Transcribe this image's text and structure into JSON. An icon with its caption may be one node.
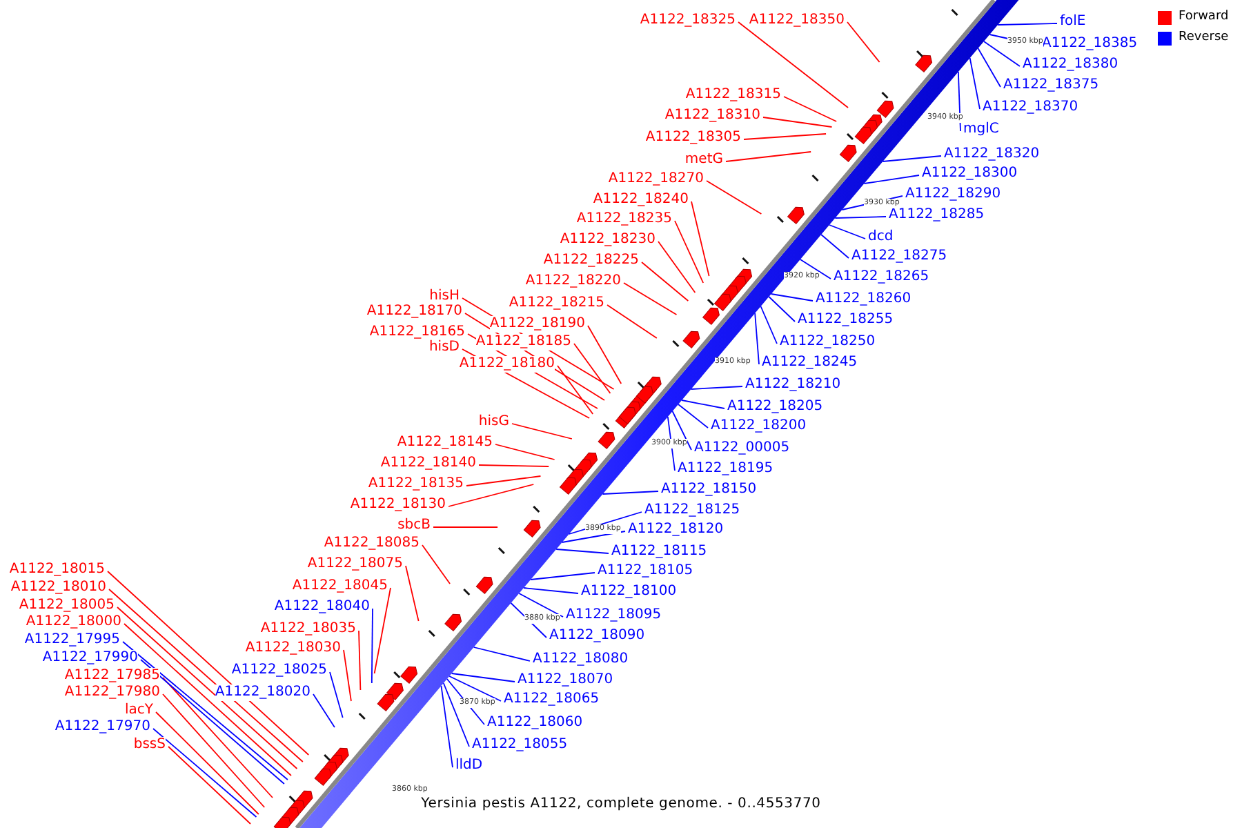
{
  "diagram": {
    "caption": "Yersinia pestis A1122, complete genome. - 0..4553770",
    "nodes": [
      {
        "text": [
          "A1122_18325"
        ]
      },
      {
        "text": [
          "A1122_18350"
        ]
      },
      {
        "text": [
          "A1122_18315"
        ]
      },
      {
        "text": [
          "A1122_18310"
        ]
      },
      {
        "text": [
          "A1122_18305"
        ]
      },
      {
        "text": [
          "metG"
        ]
      },
      {
        "text": [
          "A1122_18270"
        ]
      },
      {
        "text": [
          "A1122_18240"
        ]
      },
      {
        "text": [
          "A1122_18235"
        ]
      },
      {
        "text": [
          "A1122_18230"
        ]
      },
      {
        "text": [
          "A1122_18225"
        ]
      },
      {
        "text": [
          "A1122_18220"
        ]
      },
      {
        "text": [
          "A1122_18215"
        ]
      },
      {
        "text": [
          "hisH"
        ]
      },
      {
        "text": [
          "A1122_18170"
        ]
      },
      {
        "text": [
          "A1122_18165"
        ]
      },
      {
        "text": [
          "A1122_18190"
        ]
      },
      {
        "text": [
          "A1122_18185"
        ]
      },
      {
        "text": [
          "hisD"
        ]
      },
      {
        "text": [
          "A1122_18180"
        ]
      },
      {
        "text": [
          "hisG"
        ]
      },
      {
        "text": [
          "A1122_18145"
        ]
      },
      {
        "text": [
          "A1122_18140"
        ]
      },
      {
        "text": [
          "A1122_18135"
        ]
      },
      {
        "text": [
          "A1122_18130"
        ]
      },
      {
        "text": [
          "sbcB"
        ]
      },
      {
        "text": [
          "A1122_18085"
        ]
      },
      {
        "text": [
          "A1122_18075"
        ]
      },
      {
        "text": [
          "A1122_18045"
        ]
      },
      {
        "text": [
          "A1122_18035"
        ]
      },
      {
        "text": [
          "A1122_18030"
        ]
      },
      {
        "text": [
          "A1122_18015"
        ]
      },
      {
        "text": [
          "A1122_18010"
        ]
      },
      {
        "text": [
          "A1122_18005"
        ]
      },
      {
        "text": [
          "A1122_18000"
        ]
      },
      {
        "text": [
          "A1122_17985"
        ]
      },
      {
        "text": [
          "A1122_17980"
        ]
      },
      {
        "text": [
          "lacY"
        ]
      },
      {
        "text": [
          "bssS"
        ]
      },
      {
        "text": [
          "folE"
        ]
      },
      {
        "text": [
          "A1122_18385"
        ]
      },
      {
        "text": [
          "A1122_18380"
        ]
      },
      {
        "text": [
          "A1122_18375"
        ]
      },
      {
        "text": [
          "A1122_18370"
        ]
      },
      {
        "text": [
          "mglC"
        ]
      },
      {
        "text": [
          "A1122_18320"
        ]
      },
      {
        "text": [
          "A1122_18300"
        ]
      },
      {
        "text": [
          "A1122_18290"
        ]
      },
      {
        "text": [
          "A1122_18285"
        ]
      },
      {
        "text": [
          "dcd"
        ]
      },
      {
        "text": [
          "A1122_18275"
        ]
      },
      {
        "text": [
          "A1122_18265"
        ]
      },
      {
        "text": [
          "A1122_18260"
        ]
      },
      {
        "text": [
          "A1122_18255"
        ]
      },
      {
        "text": [
          "A1122_18250"
        ]
      },
      {
        "text": [
          "A1122_18245"
        ]
      },
      {
        "text": [
          "A1122_18210"
        ]
      },
      {
        "text": [
          "A1122_18205"
        ]
      },
      {
        "text": [
          "A1122_18200"
        ]
      },
      {
        "text": [
          "A1122_00005"
        ]
      },
      {
        "text": [
          "A1122_18195"
        ]
      },
      {
        "text": [
          "A1122_18150"
        ]
      },
      {
        "text": [
          "A1122_18125"
        ]
      },
      {
        "text": [
          "A1122_18120"
        ]
      },
      {
        "text": [
          "A1122_18115"
        ]
      },
      {
        "text": [
          "A1122_18105"
        ]
      },
      {
        "text": [
          "A1122_18100"
        ]
      },
      {
        "text": [
          "A1122_18095"
        ]
      },
      {
        "text": [
          "A1122_18090"
        ]
      },
      {
        "text": [
          "A1122_18080"
        ]
      },
      {
        "text": [
          "A1122_18070"
        ]
      },
      {
        "text": [
          "A1122_18065"
        ]
      },
      {
        "text": [
          "A1122_18060"
        ]
      },
      {
        "text": [
          "A1122_18055"
        ]
      },
      {
        "text": [
          "lldD"
        ]
      },
      {
        "text": [
          "A1122_18040"
        ]
      },
      {
        "text": [
          "A1122_18025"
        ]
      },
      {
        "text": [
          "A1122_18020"
        ]
      },
      {
        "text": [
          "A1122_17995"
        ]
      },
      {
        "text": [
          "A1122_17990"
        ]
      },
      {
        "text": [
          "A1122_17970"
        ]
      }
    ],
    "edges": [
      {
        "from": 0,
        "to": null,
        "arrow": "none",
        "color": "#ff0000"
      },
      {
        "from": 1,
        "to": null,
        "arrow": "none",
        "color": "#ff0000"
      },
      {
        "from": 2,
        "to": null,
        "arrow": "none",
        "color": "#ff0000"
      },
      {
        "from": 3,
        "to": null,
        "arrow": "none",
        "color": "#ff0000"
      },
      {
        "from": 4,
        "to": null,
        "arrow": "none",
        "color": "#ff0000"
      },
      {
        "from": 5,
        "to": null,
        "arrow": "none",
        "color": "#ff0000"
      },
      {
        "from": 6,
        "to": null,
        "arrow": "none",
        "color": "#ff0000"
      },
      {
        "from": 7,
        "to": null,
        "arrow": "none",
        "color": "#ff0000"
      },
      {
        "from": 8,
        "to": null,
        "arrow": "none",
        "color": "#ff0000"
      },
      {
        "from": 9,
        "to": null,
        "arrow": "none",
        "color": "#ff0000"
      },
      {
        "from": 10,
        "to": null,
        "arrow": "none",
        "color": "#ff0000"
      },
      {
        "from": 11,
        "to": null,
        "arrow": "none",
        "color": "#ff0000"
      },
      {
        "from": 12,
        "to": null,
        "arrow": "none",
        "color": "#ff0000"
      },
      {
        "from": 13,
        "to": null,
        "arrow": "none",
        "color": "#ff0000"
      },
      {
        "from": 14,
        "to": null,
        "arrow": "none",
        "color": "#ff0000"
      },
      {
        "from": 15,
        "to": null,
        "arrow": "none",
        "color": "#ff0000"
      },
      {
        "from": 16,
        "to": null,
        "arrow": "none",
        "color": "#ff0000"
      },
      {
        "from": 17,
        "to": null,
        "arrow": "none",
        "color": "#ff0000"
      },
      {
        "from": 18,
        "to": null,
        "arrow": "none",
        "color": "#ff0000"
      },
      {
        "from": 19,
        "to": null,
        "arrow": "none",
        "color": "#ff0000"
      },
      {
        "from": 20,
        "to": null,
        "arrow": "none",
        "color": "#ff0000"
      },
      {
        "from": 21,
        "to": null,
        "arrow": "none",
        "color": "#ff0000"
      },
      {
        "from": 22,
        "to": null,
        "arrow": "none",
        "color": "#ff0000"
      },
      {
        "from": 23,
        "to": null,
        "arrow": "none",
        "color": "#ff0000"
      },
      {
        "from": 24,
        "to": null,
        "arrow": "none",
        "color": "#ff0000"
      },
      {
        "from": 25,
        "to": null,
        "arrow": "none",
        "color": "#ff0000"
      },
      {
        "from": 26,
        "to": null,
        "arrow": "none",
        "color": "#ff0000"
      },
      {
        "from": 27,
        "to": null,
        "arrow": "none",
        "color": "#ff0000"
      },
      {
        "from": 28,
        "to": null,
        "arrow": "none",
        "color": "#ff0000"
      },
      {
        "from": 29,
        "to": null,
        "arrow": "none",
        "color": "#ff0000"
      },
      {
        "from": 30,
        "to": null,
        "arrow": "none",
        "color": "#ff0000"
      },
      {
        "from": 31,
        "to": null,
        "arrow": "none",
        "color": "#ff0000"
      },
      {
        "from": 32,
        "to": null,
        "arrow": "none",
        "color": "#ff0000"
      },
      {
        "from": 33,
        "to": null,
        "arrow": "none",
        "color": "#ff0000"
      },
      {
        "from": 34,
        "to": null,
        "arrow": "none",
        "color": "#ff0000"
      },
      {
        "from": 35,
        "to": null,
        "arrow": "none",
        "color": "#ff0000"
      },
      {
        "from": 36,
        "to": null,
        "arrow": "none",
        "color": "#ff0000"
      },
      {
        "from": 37,
        "to": null,
        "arrow": "none",
        "color": "#ff0000"
      },
      {
        "from": 38,
        "to": null,
        "arrow": "none",
        "color": "#ff0000"
      },
      {
        "from": 39,
        "to": null,
        "arrow": "none"
      },
      {
        "from": 40,
        "to": null,
        "arrow": "none"
      },
      {
        "from": 41,
        "to": null,
        "arrow": "none"
      },
      {
        "from": 42,
        "to": null,
        "arrow": "none"
      },
      {
        "from": 43,
        "to": null,
        "arrow": "none"
      },
      {
        "from": 44,
        "to": null,
        "arrow": "none"
      },
      {
        "from": 45,
        "to": null,
        "arrow": "none"
      },
      {
        "from": 46,
        "to": null,
        "arrow": "none"
      },
      {
        "from": 47,
        "to": null,
        "arrow": "none"
      },
      {
        "from": 48,
        "to": null,
        "arrow": "none"
      },
      {
        "from": 49,
        "to": null,
        "arrow": "none"
      },
      {
        "from": 50,
        "to": null,
        "arrow": "none"
      },
      {
        "from": 51,
        "to": null,
        "arrow": "none"
      },
      {
        "from": 52,
        "to": null,
        "arrow": "none"
      },
      {
        "from": 53,
        "to": null,
        "arrow": "none"
      },
      {
        "from": 54,
        "to": null,
        "arrow": "none"
      },
      {
        "from": 55,
        "to": null,
        "arrow": "none"
      },
      {
        "from": 56,
        "to": null,
        "arrow": "none"
      },
      {
        "from": 57,
        "to": null,
        "arrow": "none"
      },
      {
        "from": 58,
        "to": null,
        "arrow": "none"
      },
      {
        "from": 59,
        "to": null,
        "arrow": "none"
      },
      {
        "from": 60,
        "to": null,
        "arrow": "none"
      },
      {
        "from": 61,
        "to": null,
        "arrow": "none"
      },
      {
        "from": 62,
        "to": null,
        "arrow": "none"
      },
      {
        "from": 63,
        "to": null,
        "arrow": "none"
      },
      {
        "from": 64,
        "to": null,
        "arrow": "none"
      },
      {
        "from": 65,
        "to": null,
        "arrow": "none"
      },
      {
        "from": 66,
        "to": null,
        "arrow": "none"
      },
      {
        "from": 67,
        "to": null,
        "arrow": "none"
      },
      {
        "from": 68,
        "to": null,
        "arrow": "none"
      },
      {
        "from": 69,
        "to": null,
        "arrow": "none"
      },
      {
        "from": 70,
        "to": null,
        "arrow": "none"
      },
      {
        "from": 71,
        "to": null,
        "arrow": "none"
      },
      {
        "from": 72,
        "to": null,
        "arrow": "none"
      },
      {
        "from": 73,
        "to": null,
        "arrow": "none"
      },
      {
        "from": 74,
        "to": null,
        "arrow": "none"
      },
      {
        "from": 75,
        "to": null,
        "arrow": "none"
      },
      {
        "from": 76,
        "to": null,
        "arrow": "none"
      },
      {
        "from": 77,
        "to": null,
        "arrow": "none"
      },
      {
        "from": 78,
        "to": null,
        "arrow": "none"
      },
      {
        "from": 79,
        "to": null,
        "arrow": "none"
      },
      {
        "from": 80,
        "to": null,
        "arrow": "none"
      }
    ],
    "labels": [
      "3950 kbp",
      "3940 kbp",
      "3930 kbp",
      "3920 kbp",
      "3910 kbp",
      "3900 kbp",
      "3890 kbp",
      "3880 kbp",
      "3870 kbp",
      "3860 kbp"
    ],
    "legend": [
      {
        "text": "Forward",
        "color": "#ff0000"
      },
      {
        "text": "Reverse",
        "color": "#0000ff"
      }
    ]
  }
}
